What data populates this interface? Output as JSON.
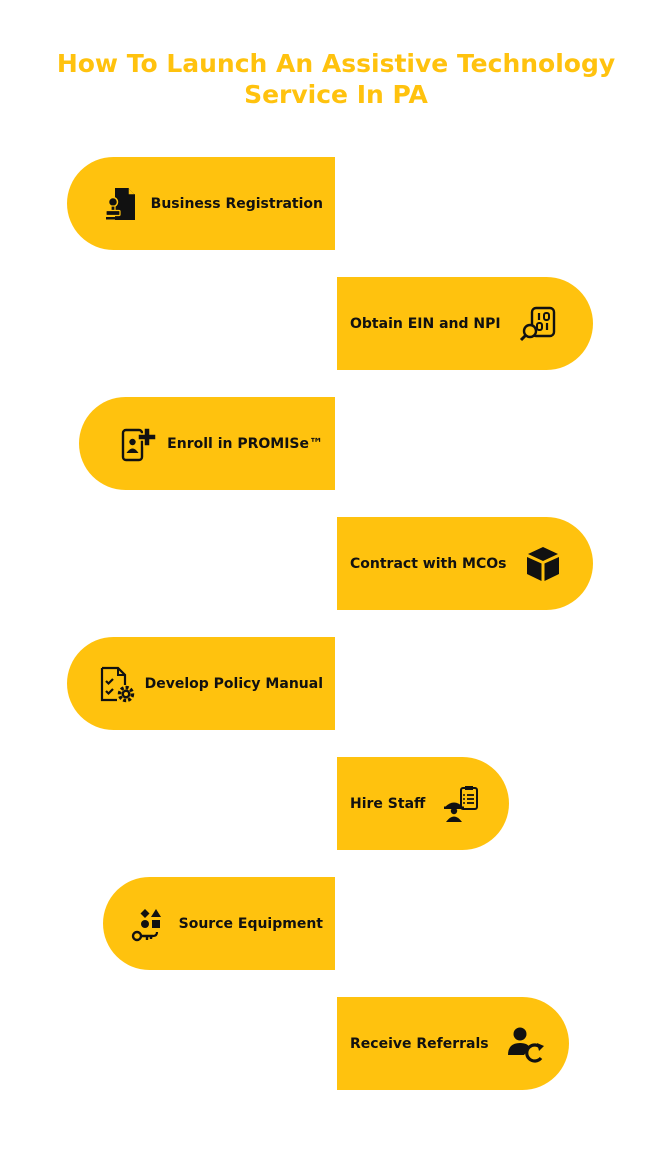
{
  "title_line1": "How To Launch An Assistive Technology",
  "title_line2": "Service In PA",
  "accent_color": "#FFC20E",
  "steps": [
    {
      "label": "Business Registration",
      "icon": "registration-document-icon"
    },
    {
      "label": "Obtain EIN and NPI",
      "icon": "binary-search-icon"
    },
    {
      "label": "Enroll in PROMISe™",
      "icon": "mobile-user-add-icon"
    },
    {
      "label": "Contract with MCOs",
      "icon": "box-icon"
    },
    {
      "label": "Develop Policy Manual",
      "icon": "checklist-settings-icon"
    },
    {
      "label": "Hire Staff",
      "icon": "worker-clipboard-icon"
    },
    {
      "label": "Source Equipment",
      "icon": "shapes-key-icon"
    },
    {
      "label": "Receive Referrals",
      "icon": "user-refresh-icon"
    }
  ]
}
